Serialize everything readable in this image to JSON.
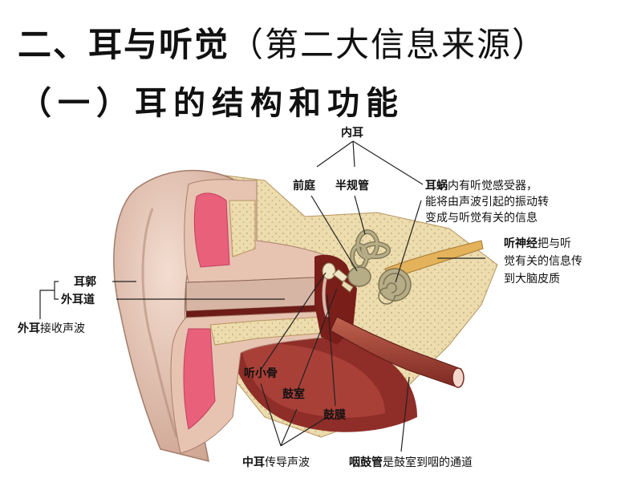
{
  "heading": {
    "main_bold": "二、耳与听觉",
    "main_rest": "（第二大信息来源）",
    "sub": "（一）耳的结构和功能"
  },
  "labels": {
    "inner_ear": "内耳",
    "vestibule": "前庭",
    "semicircular_canals": "半规管",
    "cochlea_bold": "耳蜗",
    "cochlea_line1_rest": "内有听觉感受器，",
    "cochlea_line2": "能将由声波引起的振动转",
    "cochlea_line3": "变成与听觉有关的信息",
    "auditory_nerve_bold": "听神经",
    "auditory_nerve_line1_rest": "把与听",
    "auditory_nerve_line2": "觉有关的信息传",
    "auditory_nerve_line3": "到大脑皮质",
    "auricle": "耳郭",
    "ear_canal": "外耳道",
    "outer_ear_bold": "外耳",
    "outer_ear_rest": "接收声波",
    "ossicles": "听小骨",
    "tympanic_cavity": "鼓室",
    "eardrum": "鼓膜",
    "middle_ear_bold": "中耳",
    "middle_ear_rest": "传导声波",
    "eustachian_bold": "咽鼓管",
    "eustachian_rest": "是鼓室到咽的通道"
  },
  "colors": {
    "skin": "#e8c9b8",
    "skin_shadow": "#c99f8c",
    "bone": "#ecdcae",
    "bone_dot": "#c8b07a",
    "cartilage": "#e8607a",
    "canal_dark": "#7a1e1a",
    "tube": "#a4453a",
    "nerve": "#e3b25a",
    "cochlea": "#b6ac86"
  }
}
